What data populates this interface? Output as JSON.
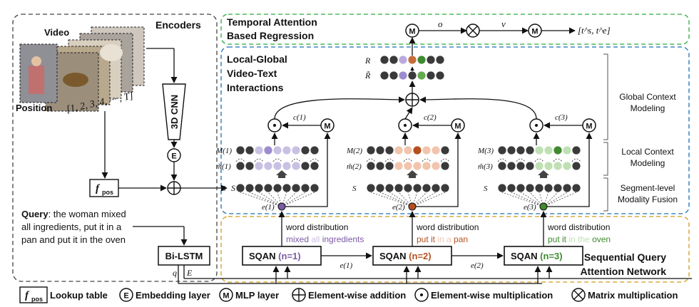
{
  "encoders": {
    "title": "Encoders",
    "video_label": "Video",
    "position_label": "Position",
    "position_seq": "[1, 2, 3, 4, ··· , T]",
    "cnn_label": "3D CNN",
    "embed_letter": "E",
    "fpos_main": "f",
    "fpos_sub": "pos",
    "query_bold": "Query",
    "query_lines": [
      ": the woman mixed",
      "all ingredients, put it in a",
      "pan and put it in the oven"
    ],
    "bilstm_label": "Bi-LSTM",
    "q_symbol": "q",
    "e_symbol": "E"
  },
  "temporal": {
    "title_lines": [
      "Temporal Attention",
      "Based Regression"
    ],
    "o_symbol": "o",
    "v_symbol": "v",
    "output_symbol": "[t^s, t^e]",
    "color": "#2eaa3a"
  },
  "local_global": {
    "title_lines": [
      "Local-Global",
      "Video-Text",
      "Interactions"
    ],
    "r_symbol": "R",
    "rtilde_symbol": "R̃",
    "right_labels": [
      [
        "Global Context",
        "Modeling"
      ],
      [
        "Local Context",
        "Modeling"
      ],
      [
        "Segment-level",
        "Modality Fusion"
      ]
    ],
    "color": "#1a6fb5",
    "branches": [
      {
        "c": "c(1)",
        "m_upper": "M(1)",
        "m_lower": "m̃(1)",
        "s": "S",
        "e": "e(1)",
        "color": "#7b5aa6",
        "light": "#c9c1e3"
      },
      {
        "c": "c(2)",
        "m_upper": "M(2)",
        "m_lower": "m̃(2)",
        "s": "S",
        "e": "e(2)",
        "color": "#b4501f",
        "light": "#f2c4ac"
      },
      {
        "c": "c(3)",
        "m_upper": "M(3)",
        "m_lower": "m̃(3)",
        "s": "S",
        "e": "e(3)",
        "color": "#3f8a30",
        "light": "#bfe0b3"
      }
    ],
    "s_input": "S"
  },
  "sqan": {
    "title_lines": [
      "Sequential Query",
      "Attention Network"
    ],
    "color": "#d09a1a",
    "word_dist_label": "word distribution",
    "modules": [
      {
        "name": "SQAN",
        "n": "(n=1)",
        "phrase": [
          {
            "t": "mixed ",
            "hi": true
          },
          {
            "t": "all ",
            "hi": false
          },
          {
            "t": "ingredients",
            "hi": true
          }
        ]
      },
      {
        "name": "SQAN",
        "n": "(n=2)",
        "phrase": [
          {
            "t": "put it ",
            "hi": true
          },
          {
            "t": "in a ",
            "hi": false
          },
          {
            "t": "pan",
            "hi": true
          }
        ]
      },
      {
        "name": "SQAN",
        "n": "(n=3)",
        "phrase": [
          {
            "t": "put it ",
            "hi": true
          },
          {
            "t": "in the ",
            "hi": false
          },
          {
            "t": "oven",
            "hi": true
          }
        ]
      }
    ],
    "links": [
      "e(1)",
      "e(2)"
    ]
  },
  "legend": [
    {
      "symbol": "fpos",
      "label": "Lookup table"
    },
    {
      "symbol": "E",
      "label": "Embedding layer"
    },
    {
      "symbol": "M",
      "label": "MLP layer"
    },
    {
      "symbol": "plus",
      "label": "Element-wise addition"
    },
    {
      "symbol": "dot",
      "label": "Element-wise multiplication"
    },
    {
      "symbol": "times",
      "label": "Matrix multiplication"
    }
  ],
  "mlp_letter": "M"
}
